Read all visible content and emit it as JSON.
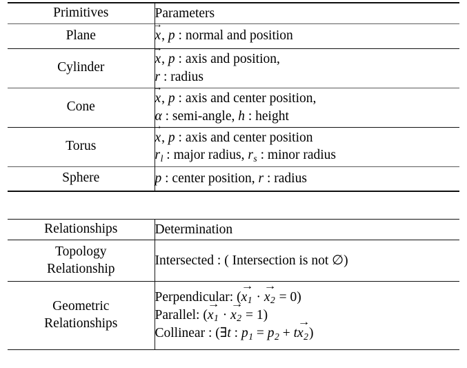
{
  "primitives_table": {
    "headers": {
      "left": "Primitives",
      "right": "Parameters"
    },
    "rows": [
      {
        "name": "Plane",
        "params": [
          "x⃗, p : normal and position"
        ]
      },
      {
        "name": "Cylinder",
        "params": [
          "x⃗, p : axis and position,",
          "r : radius"
        ]
      },
      {
        "name": "Cone",
        "params": [
          "x⃗, p : axis and center position,",
          "α : semi-angle, h : height"
        ]
      },
      {
        "name": "Torus",
        "params": [
          "x⃗, p : axis and center position",
          "r_l : major radius, r_s : minor radius"
        ]
      },
      {
        "name": "Sphere",
        "params": [
          "p : center position, r : radius"
        ]
      }
    ]
  },
  "relationships_table": {
    "headers": {
      "left": "Relationships",
      "right": "Determination"
    },
    "rows": [
      {
        "name_lines": [
          "Topology",
          "Relationship"
        ],
        "determination": [
          "Intersected : ( Intersection is not ∅)"
        ]
      },
      {
        "name_lines": [
          "Geometric",
          "Relationships"
        ],
        "determination": [
          "Perpendicular: (x⃗₁ · x⃗₂ = 0)",
          "Parallel: (x⃗₁ · x⃗₂ = 1)",
          "Collinear : (∃t : p₁ = p₂ + tx⃗₂)"
        ]
      }
    ]
  },
  "symbols": {
    "vector_x": "x",
    "point_p": "p",
    "radius_r": "r",
    "alpha": "α",
    "height_h": "h",
    "major_sub": "l",
    "minor_sub": "s",
    "empty_set": "∅",
    "exists": "∃",
    "dot_operator": "·",
    "equals": "=",
    "plus": "+",
    "t": "t",
    "zero": "0",
    "one": "1",
    "sub_1": "1",
    "sub_2": "2"
  },
  "colors": {
    "text": "#000000",
    "rule_dark": "#0d0d0d",
    "rule_light": "#5b5b5b",
    "background": "#ffffff"
  }
}
